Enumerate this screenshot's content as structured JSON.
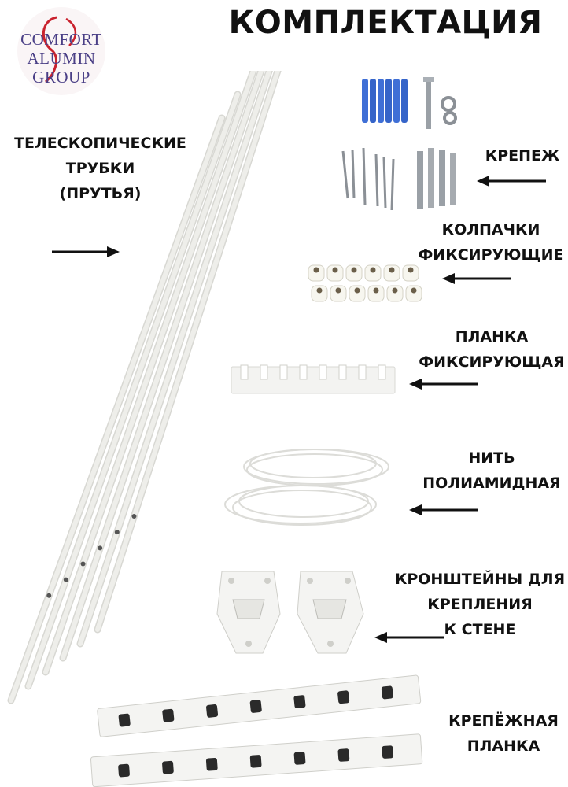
{
  "page": {
    "title": "КОМПЛЕКТАЦИЯ"
  },
  "logo": {
    "lines": [
      "COMFORT",
      "ALUMIN",
      "GROUP"
    ],
    "accent": "#c9222e",
    "text_color": "#4a3f86"
  },
  "items": [
    {
      "id": "rods",
      "lines": [
        "ТЕЛЕСКОПИЧЕСКИЕ",
        "ТРУБКИ",
        "(ПРУТЬЯ)"
      ],
      "arrow": "right"
    },
    {
      "id": "fasteners",
      "lines": [
        "КРЕПЕЖ"
      ],
      "arrow": "left"
    },
    {
      "id": "caps",
      "lines": [
        "КОЛПАЧКИ",
        "ФИКСИРУЮЩИЕ"
      ],
      "arrow": "left"
    },
    {
      "id": "plank",
      "lines": [
        "ПЛАНКА",
        "ФИКСИРУЮЩАЯ"
      ],
      "arrow": "left"
    },
    {
      "id": "thread",
      "lines": [
        "НИТЬ",
        "ПОЛИАМИДНАЯ"
      ],
      "arrow": "left"
    },
    {
      "id": "brackets",
      "lines": [
        "КРОНШТЕЙНЫ ДЛЯ",
        "КРЕПЛЕНИЯ",
        "К СТЕНЕ"
      ],
      "arrow": "left"
    },
    {
      "id": "mount-plank",
      "lines": [
        "КРЕПЁЖНАЯ",
        "ПЛАНКА"
      ],
      "arrow": "none"
    }
  ],
  "colors": {
    "background": "#ffffff",
    "text": "#111111",
    "rod": "#eeeeea",
    "dowel_blue": "#3f6fd6",
    "metal": "#9aa0a6"
  }
}
